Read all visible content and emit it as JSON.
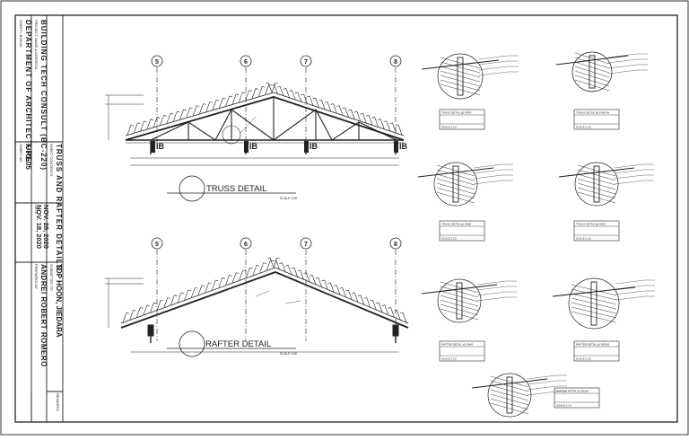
{
  "title_block": {
    "project_label": "PROJECT NAME & ADDRESS",
    "project_name": "BUILDING TECH CONSULT (BC-220)",
    "department_label": "SHEET LEGEND",
    "department": "DEPARTMENT OF ARCHITECTURE",
    "sheet_title_label": "SHEET CONTENTS",
    "sheet_title": "TRUSS AND RAFTER DETAILS",
    "sheet_no_label": "SHEET NO.",
    "sheet_no": "F-P1-05",
    "date_label": "DATE",
    "date_1": "NOV. 18, 2020",
    "date_2": "NOV. 28, 2020",
    "submitted_label": "SUBMITTED TO",
    "submitted_to": "TDP HOON, JIEDARA",
    "prepared_label": "PREPARED BY",
    "prepared_by": "ANDREI ROBERT ROMERO",
    "remarks_label": "REMARKS"
  },
  "grid_labels": [
    "5",
    "6",
    "7",
    "8"
  ],
  "truss": {
    "title": "TRUSS DETAIL",
    "scale": "SCALE 1:50",
    "ib_labels": [
      "IB",
      "IB",
      "IB",
      "IB"
    ]
  },
  "rafter": {
    "title": "RAFTER DETAIL",
    "scale": "SCALE 1:50"
  },
  "detail_boxes": [
    {
      "title": "TRUSS DETAIL @ APEX",
      "scale": "SCALE 1:10"
    },
    {
      "title": "TRUSS DETAIL @ PURLIN",
      "scale": "SCALE 1:10"
    },
    {
      "title": "TRUSS DETAIL @ WEB",
      "scale": "SCALE 1:10"
    },
    {
      "title": "TRUSS DETAIL @ HEEL",
      "scale": "SCALE 1:10"
    },
    {
      "title": "RAFTER DETAIL @ EAVE",
      "scale": "SCALE 1:10"
    },
    {
      "title": "RAFTER DETAIL @ RIDGE",
      "scale": "SCALE 1:10"
    },
    {
      "title": "RAFTER DETAIL @ BASE",
      "scale": "SCALE 1:10"
    }
  ],
  "colors": {
    "ink": "#222222",
    "paper": "#ffffff"
  }
}
